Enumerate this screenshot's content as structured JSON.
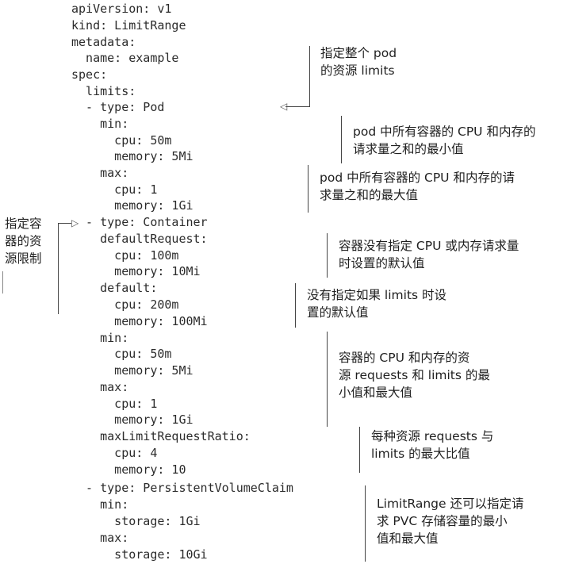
{
  "yaml_lines": [
    "apiVersion: v1",
    "kind: LimitRange",
    "metadata:",
    "  name: example",
    "spec:",
    "  limits:",
    "  - type: Pod",
    "    min:",
    "      cpu: 50m",
    "      memory: 5Mi",
    "    max:",
    "      cpu: 1",
    "      memory: 1Gi",
    "  - type: Container",
    "    defaultRequest:",
    "      cpu: 100m",
    "      memory: 10Mi",
    "    default:",
    "      cpu: 200m",
    "      memory: 100Mi",
    "    min:",
    "      cpu: 50m",
    "      memory: 5Mi",
    "    max:",
    "      cpu: 1",
    "      memory: 1Gi",
    "    maxLimitRequestRatio:",
    "      cpu: 4",
    "      memory: 10",
    "  - type: PersistentVolumeClaim",
    "    min:",
    "      storage: 1Gi",
    "    max:",
    "      storage: 10Gi"
  ],
  "annotations": {
    "pod_limits": [
      "指定整个 pod",
      "的资源 limits"
    ],
    "pod_min": [
      "pod 中所有容器的 CPU 和内存的",
      "请求量之和的最小值"
    ],
    "pod_max": [
      "pod 中所有容器的 CPU 和内存的请",
      "求量之和的最大值"
    ],
    "container_limits": [
      "指定容",
      "器的资",
      "源限制"
    ],
    "default_request": [
      "容器没有指定 CPU 或内存请求量",
      "时设置的默认值"
    ],
    "default_limits": [
      "没有指定如果 limits 时设",
      "置的默认值"
    ],
    "container_min_max": [
      "容器的 CPU 和内存的资",
      "源 requests 和 limits 的最",
      "小值和最大值"
    ],
    "ratio": [
      "每种资源 requests 与",
      "limits 的最大比值"
    ],
    "pvc": [
      "LimitRange 还可以指定请",
      "求 PVC 存储容量的最小",
      "值和最大值"
    ]
  }
}
